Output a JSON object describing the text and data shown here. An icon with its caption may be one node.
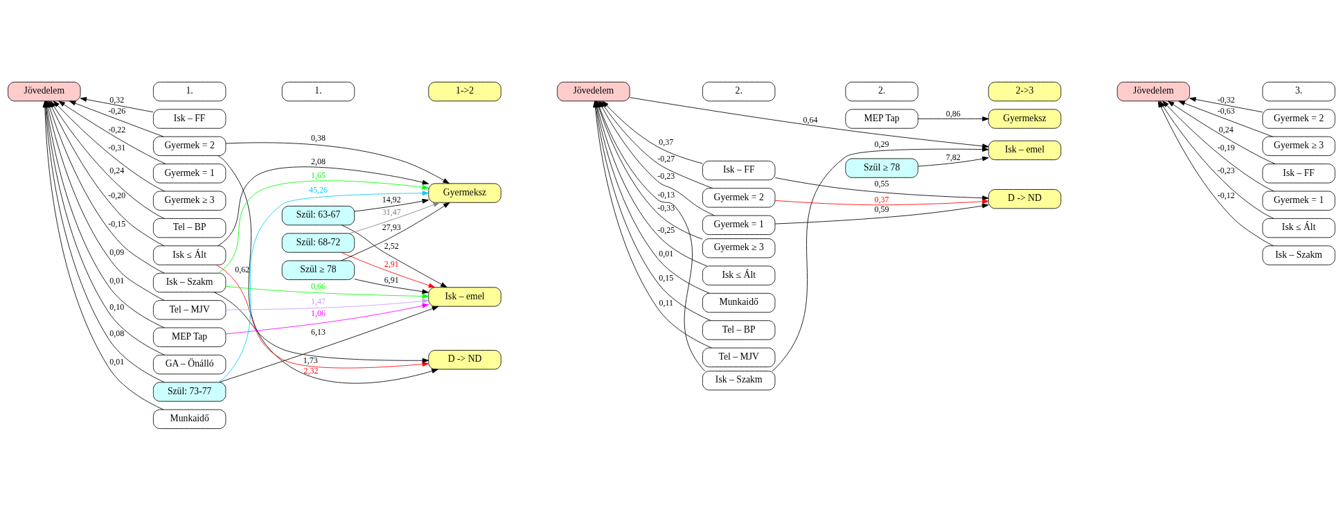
{
  "diagram": {
    "nodes": [
      {
        "text": [
          "Jövedelem"
        ]
      },
      {
        "text": [
          "1."
        ]
      },
      {
        "text": [
          "1."
        ]
      },
      {
        "text": [
          "1->2"
        ]
      },
      {
        "text": [
          "Isk – FF"
        ]
      },
      {
        "text": [
          "Gyermek = 2"
        ]
      },
      {
        "text": [
          "Gyermek = 1"
        ]
      },
      {
        "text": [
          "Gyermek ≥ 3"
        ]
      },
      {
        "text": [
          "Tel – BP"
        ]
      },
      {
        "text": [
          "Isk ≤ Ált"
        ]
      },
      {
        "text": [
          "Isk – Szakm"
        ]
      },
      {
        "text": [
          "Tel – MJV"
        ]
      },
      {
        "text": [
          "MEP Tap"
        ]
      },
      {
        "text": [
          "GA – Önálló"
        ]
      },
      {
        "text": [
          "Szül: 73-77"
        ]
      },
      {
        "text": [
          "Munkaidő"
        ]
      },
      {
        "text": [
          "Szül: 63-67"
        ]
      },
      {
        "text": [
          "Szül: 68-72"
        ]
      },
      {
        "text": [
          "Szül ≥ 78"
        ]
      },
      {
        "text": [
          "Gyermeksz"
        ]
      },
      {
        "text": [
          "Isk – emel"
        ]
      },
      {
        "text": [
          "D -> ND"
        ]
      },
      {
        "text": [
          "Jövedelem"
        ]
      },
      {
        "text": [
          "2."
        ]
      },
      {
        "text": [
          "2."
        ]
      },
      {
        "text": [
          "2->3"
        ]
      },
      {
        "text": [
          "Isk – FF"
        ]
      },
      {
        "text": [
          "Gyermek = 2"
        ]
      },
      {
        "text": [
          "Gyermek = 1"
        ]
      },
      {
        "text": [
          "Isk – Szakm"
        ]
      },
      {
        "text": [
          "Gyermek ≥ 3"
        ]
      },
      {
        "text": [
          "Isk ≤ Ált"
        ]
      },
      {
        "text": [
          "Munkaidő"
        ]
      },
      {
        "text": [
          "Tel – BP"
        ]
      },
      {
        "text": [
          "Tel – MJV"
        ]
      },
      {
        "text": [
          "MEP Tap"
        ]
      },
      {
        "text": [
          "Szül ≥ 78"
        ]
      },
      {
        "text": [
          "Gyermeksz"
        ]
      },
      {
        "text": [
          "Isk – emel"
        ]
      },
      {
        "text": [
          "D -> ND"
        ]
      },
      {
        "text": [
          "Jövedelem"
        ]
      },
      {
        "text": [
          "3."
        ]
      },
      {
        "text": [
          "Gyermek = 2"
        ]
      },
      {
        "text": [
          "Gyermek ≥ 3"
        ]
      },
      {
        "text": [
          "Isk – FF"
        ]
      },
      {
        "text": [
          "Gyermek = 1"
        ]
      },
      {
        "text": [
          "Isk ≤ Ált"
        ]
      },
      {
        "text": [
          "Isk – Szakm"
        ]
      }
    ],
    "edges": [
      {
        "from": 4,
        "to": 0,
        "arrow": "to",
        "label": "0,32"
      },
      {
        "from": 5,
        "to": 0,
        "arrow": "to",
        "label": "-0,26"
      },
      {
        "from": 6,
        "to": 0,
        "arrow": "to",
        "label": "-0,22"
      },
      {
        "from": 7,
        "to": 0,
        "arrow": "to",
        "label": "-0,31"
      },
      {
        "from": 8,
        "to": 0,
        "arrow": "to",
        "label": "0,24"
      },
      {
        "from": 9,
        "to": 0,
        "arrow": "to",
        "label": "-0,20"
      },
      {
        "from": 10,
        "to": 0,
        "arrow": "to",
        "label": "-0,15"
      },
      {
        "from": 11,
        "to": 0,
        "arrow": "to",
        "label": "0,09"
      },
      {
        "from": 12,
        "to": 0,
        "arrow": "to",
        "label": "0,01"
      },
      {
        "from": 13,
        "to": 0,
        "arrow": "to",
        "label": "0,10"
      },
      {
        "from": 14,
        "to": 0,
        "arrow": "to",
        "label": "0,08"
      },
      {
        "from": 15,
        "to": 0,
        "arrow": "to",
        "label": "0,01"
      },
      {
        "from": 5,
        "to": 19,
        "arrow": "to",
        "label": "0,38"
      },
      {
        "from": 5,
        "to": 21,
        "arrow": "to",
        "label": "0,62"
      },
      {
        "from": 16,
        "to": 19,
        "arrow": "to",
        "label": "14,92"
      },
      {
        "from": 16,
        "to": 20,
        "arrow": "to",
        "label": "2,52"
      },
      {
        "from": 9,
        "to": 19,
        "arrow": "to",
        "label": "2,08"
      },
      {
        "from": 9,
        "to": 21,
        "arrow": "to",
        "label": "2,32",
        "color": "#ff0000"
      },
      {
        "from": 10,
        "to": 19,
        "arrow": "to",
        "label": "1,65",
        "color": "#00ff00"
      },
      {
        "from": 10,
        "to": 20,
        "arrow": "to",
        "label": "0,66",
        "color": "#00ff00"
      },
      {
        "from": 10,
        "to": 21,
        "arrow": "to",
        "label": "1,73"
      },
      {
        "from": 11,
        "to": 20,
        "arrow": "to",
        "label": "1,47",
        "color": "#cc99ff"
      },
      {
        "from": 12,
        "to": 20,
        "arrow": "to",
        "label": "1,06",
        "color": "#ff00ff"
      },
      {
        "from": 14,
        "to": 19,
        "arrow": "to",
        "label": "45,26",
        "color": "#00ccff"
      },
      {
        "from": 14,
        "to": 20,
        "arrow": "to",
        "label": "6,13"
      },
      {
        "from": 17,
        "to": 19,
        "arrow": "to",
        "label": "31,47",
        "color": "#808080"
      },
      {
        "from": 17,
        "to": 20,
        "arrow": "to",
        "label": "2,91",
        "color": "#ff0000"
      },
      {
        "from": 18,
        "to": 19,
        "arrow": "to",
        "label": "27,93"
      },
      {
        "from": 18,
        "to": 20,
        "arrow": "to",
        "label": "6,91"
      },
      {
        "from": 26,
        "to": 22,
        "arrow": "to",
        "label": "0,37"
      },
      {
        "from": 27,
        "to": 22,
        "arrow": "to",
        "label": "-0,27"
      },
      {
        "from": 28,
        "to": 22,
        "arrow": "to",
        "label": "-0,23"
      },
      {
        "from": 29,
        "to": 22,
        "arrow": "to",
        "label": "-0,13"
      },
      {
        "from": 30,
        "to": 22,
        "arrow": "to",
        "label": "-0,33"
      },
      {
        "from": 31,
        "to": 22,
        "arrow": "to",
        "label": "-0,25"
      },
      {
        "from": 32,
        "to": 22,
        "arrow": "to",
        "label": "0,01"
      },
      {
        "from": 33,
        "to": 22,
        "arrow": "to",
        "label": "0,15"
      },
      {
        "from": 34,
        "to": 22,
        "arrow": "to",
        "label": "0,11"
      },
      {
        "from": 22,
        "to": 38,
        "arrow": "to",
        "label": "0,64"
      },
      {
        "from": 35,
        "to": 37,
        "arrow": "to",
        "label": "0,86"
      },
      {
        "from": 26,
        "to": 39,
        "arrow": "to",
        "label": "0,55"
      },
      {
        "from": 27,
        "to": 39,
        "arrow": "to",
        "label": "0,37",
        "color": "#ff0000"
      },
      {
        "from": 28,
        "to": 39,
        "arrow": "to",
        "label": "0,59"
      },
      {
        "from": 29,
        "to": 38,
        "arrow": "to",
        "label": "0,29"
      },
      {
        "from": 36,
        "to": 38,
        "arrow": "to",
        "label": "7,82"
      },
      {
        "from": 42,
        "to": 40,
        "arrow": "to",
        "label": "-0,32"
      },
      {
        "from": 43,
        "to": 40,
        "arrow": "to",
        "label": "-0,63"
      },
      {
        "from": 44,
        "to": 40,
        "arrow": "to",
        "label": "0,24"
      },
      {
        "from": 45,
        "to": 40,
        "arrow": "to",
        "label": "-0,19"
      },
      {
        "from": 46,
        "to": 40,
        "arrow": "to",
        "label": "-0,23"
      },
      {
        "from": 47,
        "to": 40,
        "arrow": "to",
        "label": "-0,12"
      }
    ]
  }
}
